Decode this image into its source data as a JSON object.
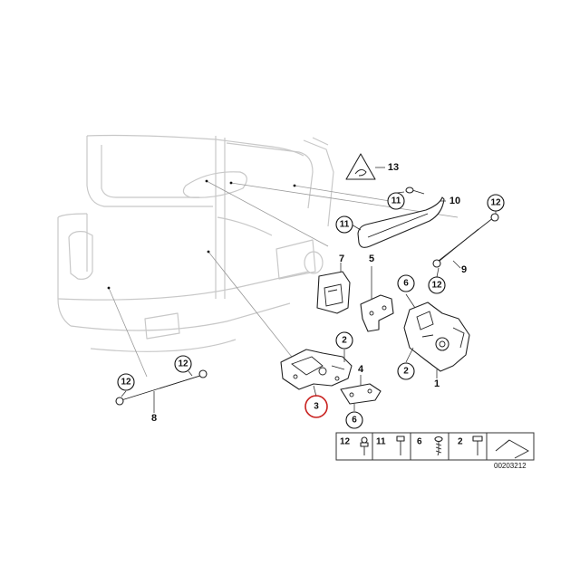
{
  "diagram": {
    "callouts": [
      {
        "id": "callout-12-top-right",
        "text": "12"
      },
      {
        "id": "callout-11-upper",
        "text": "11"
      },
      {
        "id": "callout-11-lower",
        "text": "11"
      },
      {
        "id": "callout-6-upper",
        "text": "6"
      },
      {
        "id": "callout-12-mid",
        "text": "12"
      },
      {
        "id": "callout-2-mid",
        "text": "2"
      },
      {
        "id": "callout-2-lower",
        "text": "2"
      },
      {
        "id": "callout-12-left-a",
        "text": "12"
      },
      {
        "id": "callout-12-left-b",
        "text": "12"
      },
      {
        "id": "callout-3",
        "text": "3"
      },
      {
        "id": "callout-6-lower",
        "text": "6"
      }
    ],
    "labels": [
      {
        "id": "label-13",
        "text": "13"
      },
      {
        "id": "label-10",
        "text": "10"
      },
      {
        "id": "label-9",
        "text": "9"
      },
      {
        "id": "label-7",
        "text": "7"
      },
      {
        "id": "label-5",
        "text": "5"
      },
      {
        "id": "label-1",
        "text": "1"
      },
      {
        "id": "label-4",
        "text": "4"
      },
      {
        "id": "label-8",
        "text": "8"
      }
    ],
    "highlighted_part": "3",
    "legend": {
      "items": [
        "12",
        "11",
        "6",
        "2"
      ]
    },
    "figure_id": "00203212"
  }
}
